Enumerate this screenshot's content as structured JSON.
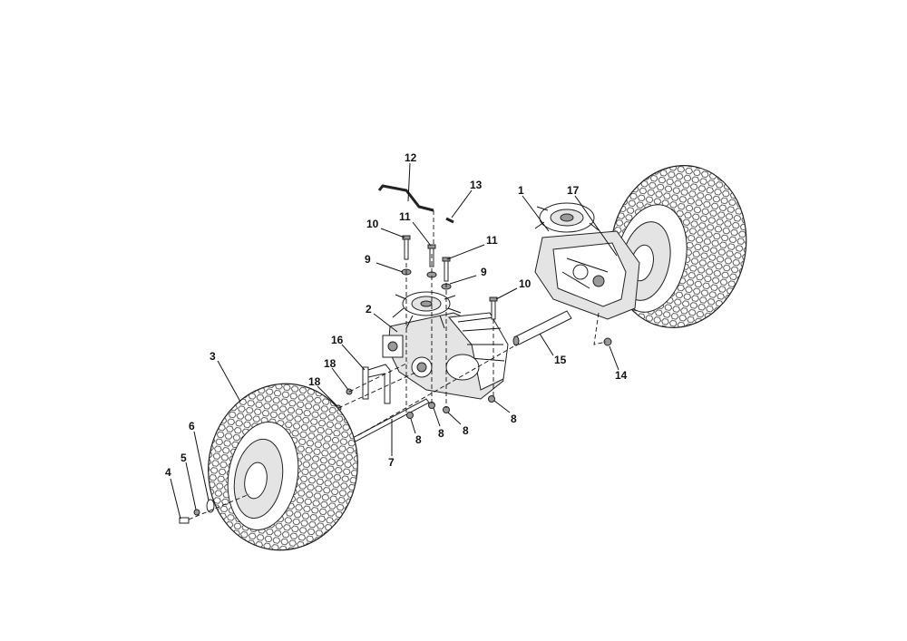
{
  "diagram": {
    "type": "exploded-parts-view",
    "callouts": {
      "c1": "1",
      "c2": "2",
      "c3": "3",
      "c4": "4",
      "c5": "5",
      "c6": "6",
      "c7": "7",
      "c8a": "8",
      "c8b": "8",
      "c8c": "8",
      "c8d": "8",
      "c9a": "9",
      "c9b": "9",
      "c10a": "10",
      "c10b": "10",
      "c11a": "11",
      "c11b": "11",
      "c12": "12",
      "c13": "13",
      "c14": "14",
      "c15": "15",
      "c16": "16",
      "c17": "17",
      "c18a": "18",
      "c18b": "18"
    }
  }
}
